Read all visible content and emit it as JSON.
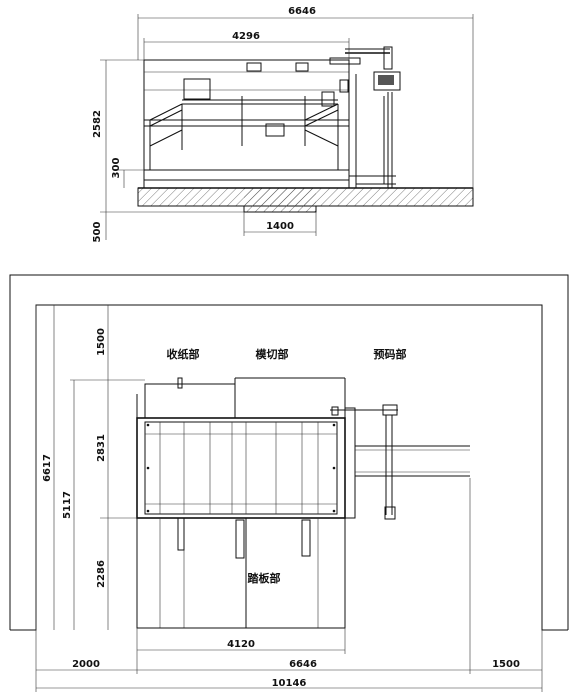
{
  "front_view": {
    "overall_width": "6646",
    "inner_width": "4296",
    "height": "2582",
    "base_height": "300",
    "pit_depth": "500",
    "pit_width": "1400"
  },
  "plan_view": {
    "sections": {
      "delivery": "收纸部",
      "die_cutting": "模切部",
      "feeder": "预码部",
      "pedal": "踏板部"
    },
    "dims": {
      "top_clear": "1500",
      "machine_depth": "2831",
      "total_depth": "6617",
      "depth_with_pedal": "5117",
      "pedal_depth": "2286",
      "frame_width": "4120",
      "left_clear": "2000",
      "machine_length": "6646",
      "right_clear": "1500",
      "total_length": "10146"
    }
  }
}
